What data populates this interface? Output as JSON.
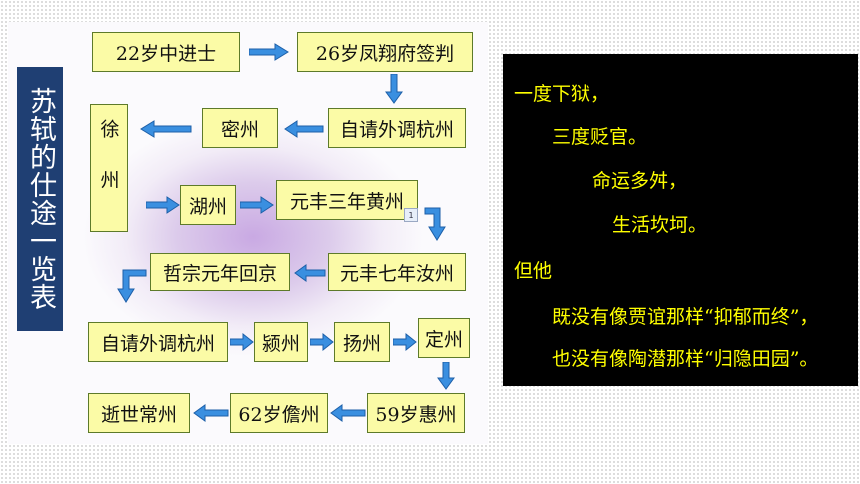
{
  "diagram": {
    "title": "苏轼的仕途一览表",
    "nodes": {
      "jinshi": "22岁中进士",
      "fengxiang": "26岁凤翔府签判",
      "qing_hangzhou_1": "自请外调杭州",
      "mizhou": "密州",
      "xuzhou": "徐州",
      "huzhou": "湖州",
      "huangzhou": "元丰三年黄州",
      "ruzhou": "元丰七年汝州",
      "huijing": "哲宗元年回京",
      "qing_hangzhou_2": "自请外调杭州",
      "yingzhou": "颍州",
      "yangzhou": "扬州",
      "dingzhou": "定州",
      "huizhou": "59岁惠州",
      "danzhou": "62岁儋州",
      "changzhou": "逝世常州"
    },
    "note_marker": "1"
  },
  "text_panel": {
    "lines": [
      "一度下狱，",
      "三度贬官。",
      "命运多舛，",
      "生活坎坷。",
      "但他",
      "既没有像贾谊那样“抑郁而终”，",
      "也没有像陶潜那样“归隐田园”。"
    ]
  },
  "colors": {
    "box_fill": "#fbfba6",
    "box_border": "#5d7a2a",
    "arrow": "#3a8fe0",
    "title_bg": "#1f3f73",
    "panel_text": "#ffff00",
    "panel_bg": "#000000"
  },
  "icons": [
    "arrow-right-icon",
    "arrow-left-icon",
    "arrow-down-icon",
    "arrow-elbow-down-icon"
  ]
}
